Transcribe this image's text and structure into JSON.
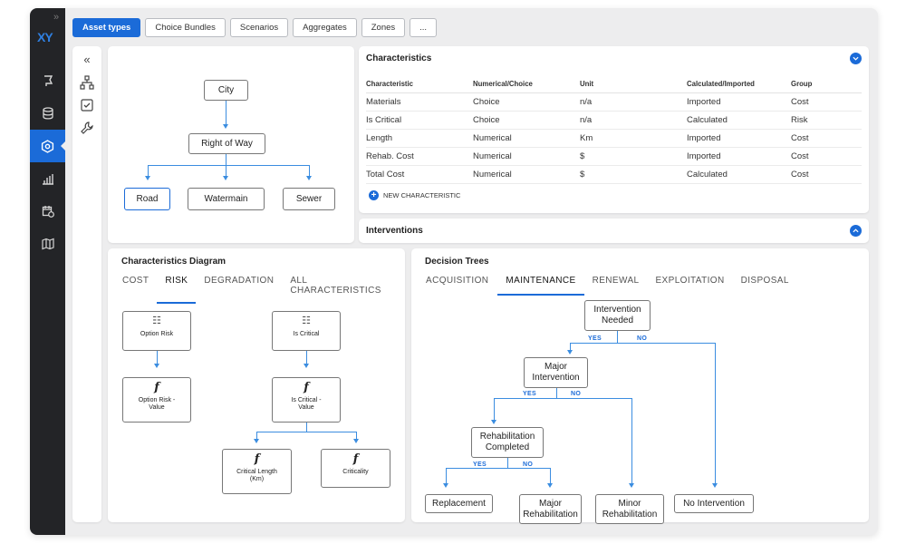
{
  "app": {
    "logo": "XY"
  },
  "sidebar": {
    "items": [
      {
        "icon": "flag-icon"
      },
      {
        "icon": "database-icon"
      },
      {
        "icon": "cube-settings-icon",
        "active": true
      },
      {
        "icon": "bar-chart-icon"
      },
      {
        "icon": "calendar-clock-icon"
      },
      {
        "icon": "map-icon"
      }
    ]
  },
  "topbar": {
    "tabs": [
      "Asset types",
      "Choice Bundles",
      "Scenarios",
      "Aggregates",
      "Zones",
      "..."
    ],
    "active": "Asset types"
  },
  "asset_tree": {
    "root": "City",
    "level2": "Right of Way",
    "children": [
      "Road",
      "Watermain",
      "Sewer"
    ],
    "selected": "Road"
  },
  "characteristics": {
    "title": "Characteristics",
    "columns": [
      "Characteristic",
      "Numerical/Choice",
      "Unit",
      "Calculated/Imported",
      "Group"
    ],
    "rows": [
      [
        "Materials",
        "Choice",
        "n/a",
        "Imported",
        "Cost"
      ],
      [
        "Is Critical",
        "Choice",
        "n/a",
        "Calculated",
        "Risk"
      ],
      [
        "Length",
        "Numerical",
        "Km",
        "Imported",
        "Cost"
      ],
      [
        "Rehab. Cost",
        "Numerical",
        "$",
        "Imported",
        "Cost"
      ],
      [
        "Total Cost",
        "Numerical",
        "$",
        "Calculated",
        "Cost"
      ]
    ],
    "new_label": "NEW CHARACTERISTIC"
  },
  "interventions": {
    "title": "Interventions"
  },
  "char_diagram": {
    "title": "Characteristics Diagram",
    "tabs": [
      "COST",
      "RISK",
      "DEGRADATION",
      "ALL CHARACTERISTICS"
    ],
    "active_tab": "RISK",
    "nodes": {
      "option_risk": "Option Risk",
      "option_risk_value": "Option Risk - Value",
      "is_critical": "Is Critical",
      "is_critical_value": "Is Critical - Value",
      "critical_length": "Critical Length (Km)",
      "criticality": "Criticality"
    }
  },
  "decision_trees": {
    "title": "Decision Trees",
    "tabs": [
      "ACQUISITION",
      "MAINTENANCE",
      "RENEWAL",
      "EXPLOITATION",
      "DISPOSAL"
    ],
    "active_tab": "MAINTENANCE",
    "nodes": {
      "q1": "Intervention Needed",
      "q2": "Major Intervention",
      "q3": "Rehabilitation Completed",
      "replacement": "Replacement",
      "major_rehab": "Major Rehabilitation",
      "minor_rehab": "Minor Rehabilitation",
      "no_intervention": "No Intervention"
    },
    "yes": "YES",
    "no": "NO"
  }
}
